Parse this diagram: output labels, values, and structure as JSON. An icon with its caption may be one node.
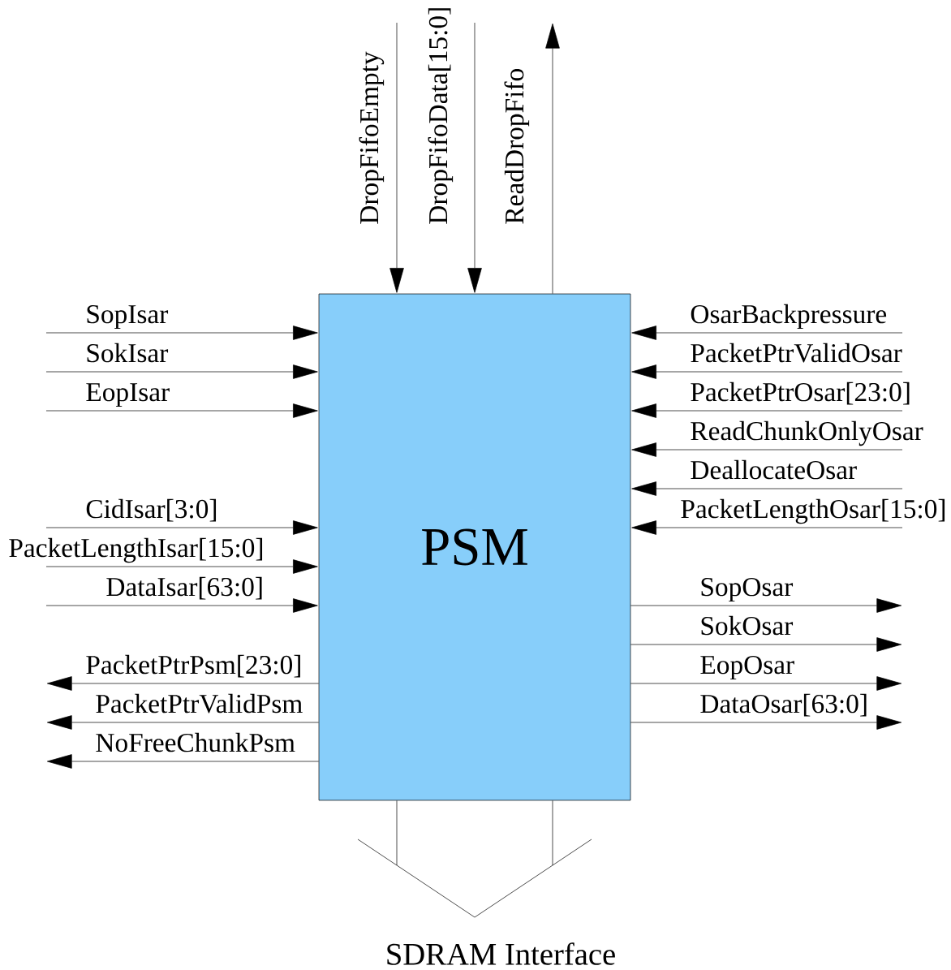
{
  "diagram": {
    "nodes": [
      {
        "text": [
          "PSM"
        ]
      },
      {
        "text": [
          "SDRAM Interface"
        ]
      }
    ],
    "edges": [
      {
        "from": null,
        "to": 0,
        "arrow": "to",
        "label": "DropFifoEmpty"
      },
      {
        "from": null,
        "to": 0,
        "arrow": "to",
        "label": "DropFifoData[15:0]"
      },
      {
        "from": 0,
        "to": null,
        "arrow": "to",
        "label": "ReadDropFifo"
      },
      {
        "from": null,
        "to": 0,
        "arrow": "to",
        "label": "SopIsar"
      },
      {
        "from": null,
        "to": 0,
        "arrow": "to",
        "label": "SokIsar"
      },
      {
        "from": null,
        "to": 0,
        "arrow": "to",
        "label": "EopIsar"
      },
      {
        "from": null,
        "to": 0,
        "arrow": "to",
        "label": "CidIsar[3:0]"
      },
      {
        "from": null,
        "to": 0,
        "arrow": "to",
        "label": "PacketLengthIsar[15:0]"
      },
      {
        "from": null,
        "to": 0,
        "arrow": "to",
        "label": "DataIsar[63:0]"
      },
      {
        "from": 0,
        "to": null,
        "arrow": "to",
        "label": "PacketPtrPsm[23:0]"
      },
      {
        "from": 0,
        "to": null,
        "arrow": "to",
        "label": "PacketPtrValidPsm"
      },
      {
        "from": 0,
        "to": null,
        "arrow": "to",
        "label": "NoFreeChunkPsm"
      },
      {
        "from": null,
        "to": 0,
        "arrow": "to",
        "label": "OsarBackpressure"
      },
      {
        "from": null,
        "to": 0,
        "arrow": "to",
        "label": "PacketPtrValidOsar"
      },
      {
        "from": null,
        "to": 0,
        "arrow": "to",
        "label": "PacketPtrOsar[23:0]"
      },
      {
        "from": null,
        "to": 0,
        "arrow": "to",
        "label": "ReadChunkOnlyOsar"
      },
      {
        "from": null,
        "to": 0,
        "arrow": "to",
        "label": "DeallocateOsar"
      },
      {
        "from": null,
        "to": 0,
        "arrow": "to",
        "label": "PacketLengthOsar[15:0]"
      },
      {
        "from": 0,
        "to": null,
        "arrow": "to",
        "label": "SopOsar"
      },
      {
        "from": 0,
        "to": null,
        "arrow": "to",
        "label": "SokOsar"
      },
      {
        "from": 0,
        "to": null,
        "arrow": "to",
        "label": "EopOsar"
      },
      {
        "from": 0,
        "to": null,
        "arrow": "to",
        "label": "DataOsar[63:0]"
      },
      {
        "from": 0,
        "to": 1,
        "arrow": "none"
      },
      {
        "from": 0,
        "to": 1,
        "arrow": "none"
      }
    ]
  }
}
